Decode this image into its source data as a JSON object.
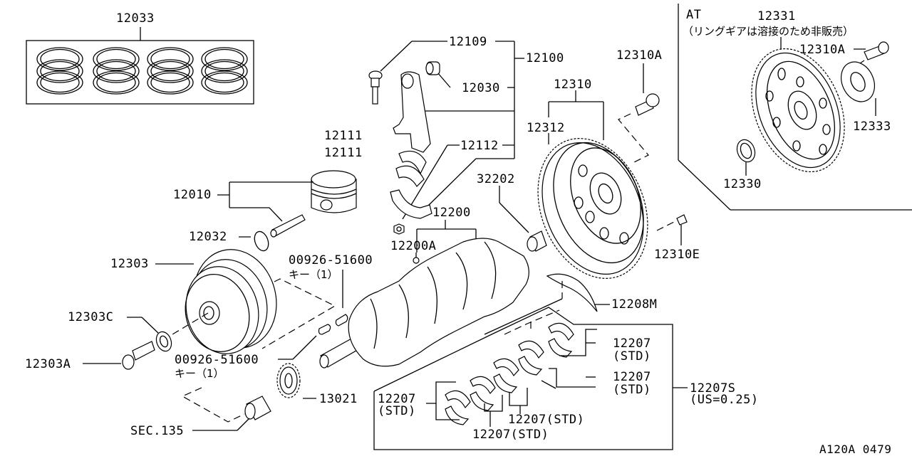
{
  "diagram": {
    "title": "Crankshaft, piston, connecting rod & flywheel parts diagram",
    "drawing_code": "A120A 0479",
    "colors": {
      "line": "#000000",
      "background": "#ffffff"
    },
    "at_section": {
      "label": "AT",
      "note": "（リングギアは溶接のため非販売）"
    },
    "callouts": {
      "p12033": "12033",
      "p12109": "12109",
      "p12100": "12100",
      "p12030": "12030",
      "p12310A_main": "12310A",
      "p12310": "12310",
      "p12312": "12312",
      "p12111_a": "12111",
      "p12111_b": "12111",
      "p12112": "12112",
      "p32202": "32202",
      "p12010": "12010",
      "p12200": "12200",
      "p12032": "12032",
      "p12200A": "12200A",
      "p12310E": "12310E",
      "p12303": "12303",
      "key_top_number": "00926-51600",
      "key_top_qty": "キー（1）",
      "p12208M": "12208M",
      "p12303C": "12303C",
      "p12207_r1": "12207",
      "p12207_r1_std": "(STD)",
      "p12207_r2": "12207",
      "p12207_r2_std": "(STD)",
      "p12303A": "12303A",
      "key_bottom_number": "00926-51600",
      "key_bottom_qty": "キー（1）",
      "p12207S": "12207S",
      "p12207S_us": "(US=0.25)",
      "p13021": "13021",
      "p12207_l": "12207",
      "p12207_l_std": "(STD)",
      "p12207_m1": "12207(STD)",
      "p12207_m2": "12207(STD)",
      "sec135": "SEC.135",
      "p12331": "12331",
      "p12310A_at": "12310A",
      "p12333": "12333",
      "p12330": "12330"
    }
  }
}
